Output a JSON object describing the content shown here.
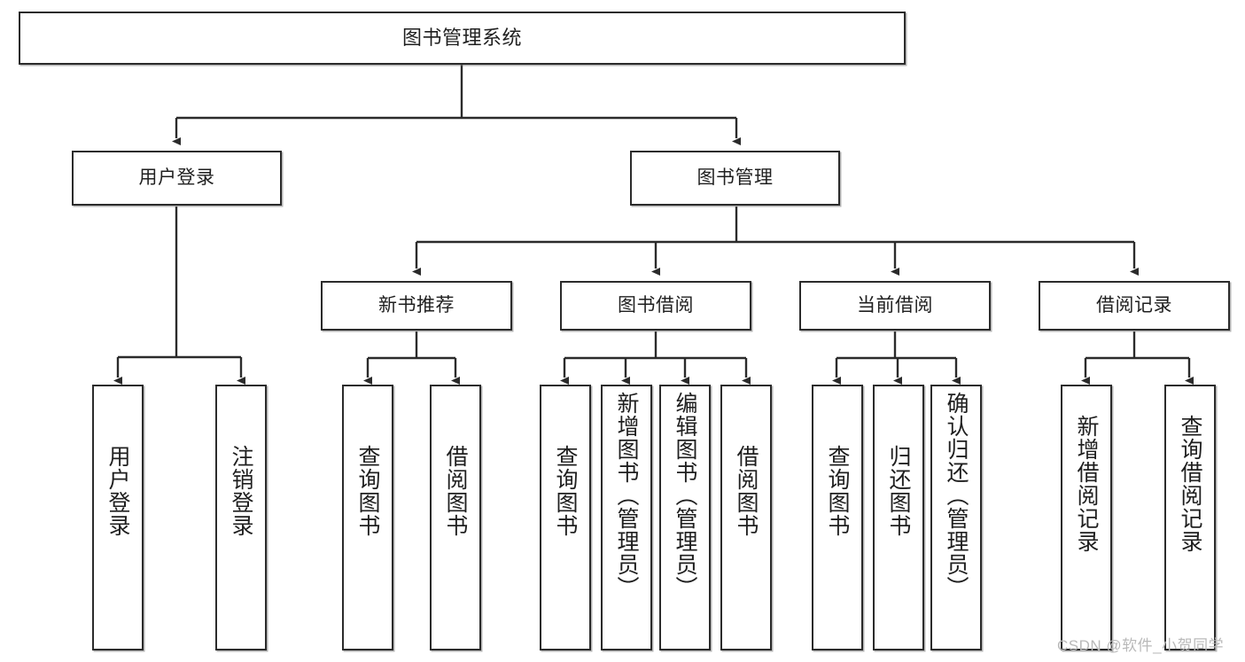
{
  "diagram": {
    "title": "图书管理系统",
    "root": {
      "id": "root",
      "label": "图书管理系统"
    },
    "level2": [
      {
        "id": "user-login",
        "label": "用户登录"
      },
      {
        "id": "book-manage",
        "label": "图书管理"
      }
    ],
    "level3": [
      {
        "id": "new-book-recommend",
        "label": "新书推荐"
      },
      {
        "id": "book-borrow",
        "label": "图书借阅"
      },
      {
        "id": "current-borrow",
        "label": "当前借阅"
      },
      {
        "id": "borrow-record",
        "label": "借阅记录"
      }
    ],
    "leaves": {
      "user_login": [
        {
          "id": "leaf-user-login",
          "label": "用户登录"
        },
        {
          "id": "leaf-logout-login",
          "label": "注销登录"
        }
      ],
      "new_book_recommend": [
        {
          "id": "leaf-query-book-1",
          "label": "查询图书"
        },
        {
          "id": "leaf-borrow-book-1",
          "label": "借阅图书"
        }
      ],
      "book_borrow": [
        {
          "id": "leaf-query-book-2",
          "label": "查询图书"
        },
        {
          "id": "leaf-add-book",
          "label": "新增图书（管理员）"
        },
        {
          "id": "leaf-edit-book",
          "label": "编辑图书（管理员）"
        },
        {
          "id": "leaf-borrow-book-2",
          "label": "借阅图书"
        }
      ],
      "current_borrow": [
        {
          "id": "leaf-query-book-3",
          "label": "查询图书"
        },
        {
          "id": "leaf-return-book",
          "label": "归还图书"
        },
        {
          "id": "leaf-confirm-return",
          "label": "确认归还（管理员）"
        }
      ],
      "borrow_record": [
        {
          "id": "leaf-add-record",
          "label": "新增借阅记录"
        },
        {
          "id": "leaf-query-record",
          "label": "查询借阅记录"
        }
      ]
    },
    "watermark": "CSDN @软件_小贺同学",
    "colors": {
      "stroke": "#2b2b2b",
      "fill": "#ffffff",
      "text": "#1f1f1f",
      "watermark": "#b9b9b9"
    }
  }
}
